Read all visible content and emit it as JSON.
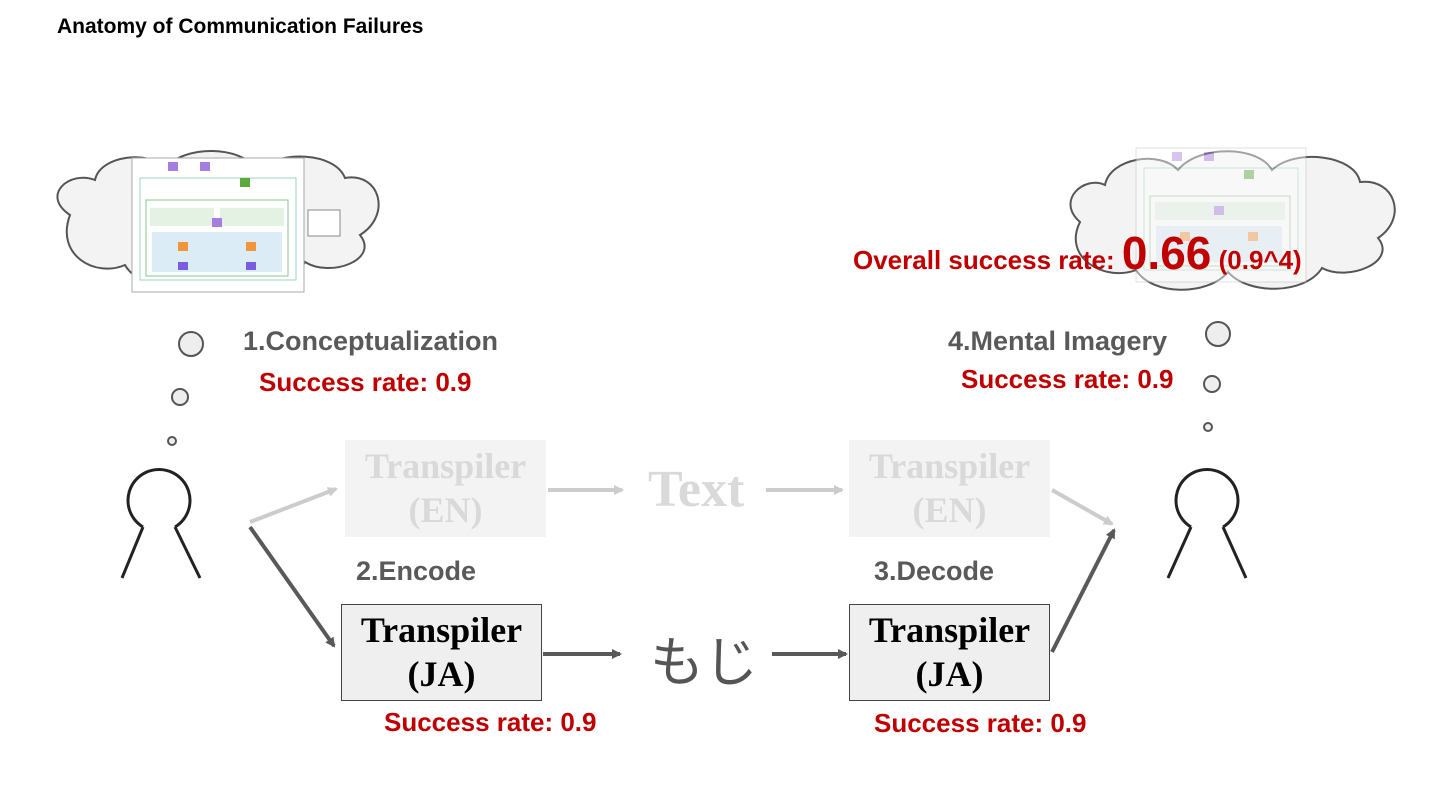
{
  "title": "Anatomy of Communication Failures",
  "steps": {
    "conceptualization": {
      "label": "1.Conceptualization",
      "rate": "Success rate: 0.9"
    },
    "encode": {
      "label": "2.Encode",
      "rate": "Success rate: 0.9"
    },
    "decode": {
      "label": "3.Decode",
      "rate": "Success rate: 0.9"
    },
    "imagery": {
      "label": "4.Mental Imagery",
      "rate": "Success rate: 0.9"
    }
  },
  "overall": {
    "label": "Overall success rate: ",
    "value": "0.66",
    "expression": " (0.9^4)"
  },
  "transpilers": {
    "en_left": {
      "line1": "Transpiler",
      "line2": "(EN)"
    },
    "en_right": {
      "line1": "Transpiler",
      "line2": "(EN)"
    },
    "ja_left": {
      "line1": "Transpiler",
      "line2": "(JA)"
    },
    "ja_right": {
      "line1": "Transpiler",
      "line2": "(JA)"
    }
  },
  "middle": {
    "en": "Text",
    "ja": "もじ"
  },
  "colors": {
    "rate": "#c00000",
    "step": "#595959",
    "arrow_dark": "#595959",
    "arrow_light": "#cccccc"
  }
}
